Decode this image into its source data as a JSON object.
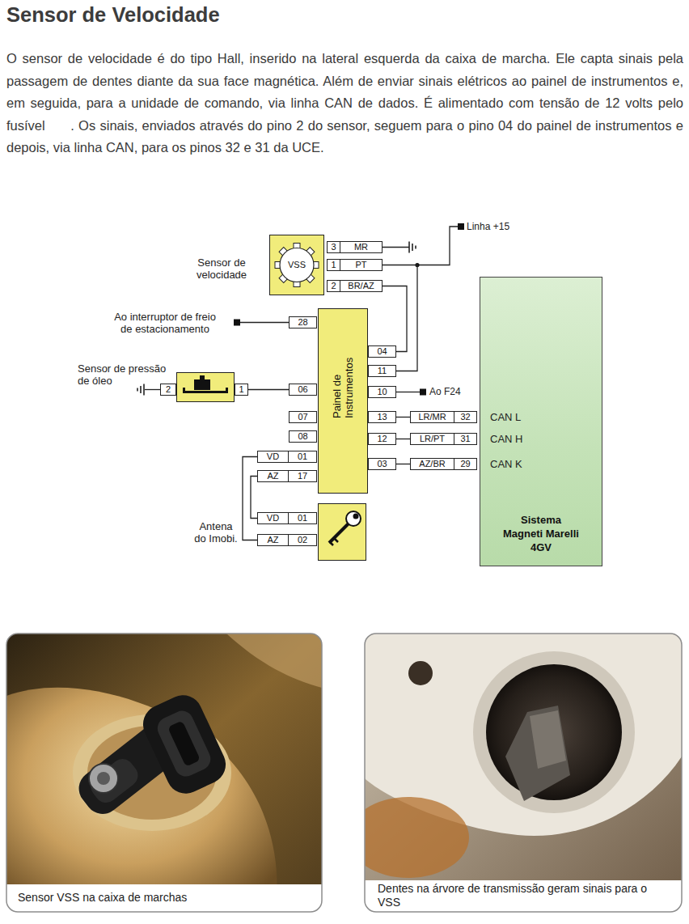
{
  "diagram": {
    "title": "Sensor de Velocidade",
    "nodes": [
      {
        "text": [
          "Sensor de velocidade",
          "VSS"
        ]
      },
      {
        "text": [
          "3",
          "MR"
        ]
      },
      {
        "text": [
          "1",
          "PT"
        ]
      },
      {
        "text": [
          "2",
          "BR/AZ"
        ]
      },
      {
        "text": [
          "Painel de Instrumentos"
        ]
      },
      {
        "text": [
          "28"
        ]
      },
      {
        "text": [
          "04"
        ]
      },
      {
        "text": [
          "11"
        ]
      },
      {
        "text": [
          "10"
        ]
      },
      {
        "text": [
          "Sensor de pressão de óleo"
        ]
      },
      {
        "text": [
          "2"
        ]
      },
      {
        "text": [
          "1"
        ]
      },
      {
        "text": [
          "06"
        ]
      },
      {
        "text": [
          "07"
        ]
      },
      {
        "text": [
          "08"
        ]
      },
      {
        "text": [
          "13"
        ]
      },
      {
        "text": [
          "12"
        ]
      },
      {
        "text": [
          "03"
        ]
      },
      {
        "text": [
          "LR/MR",
          "32"
        ]
      },
      {
        "text": [
          "LR/PT",
          "31"
        ]
      },
      {
        "text": [
          "AZ/BR",
          "29"
        ]
      },
      {
        "text": [
          "Sistema Magneti Marelli 4GV"
        ]
      },
      {
        "text": [
          "VD",
          "01"
        ]
      },
      {
        "text": [
          "AZ",
          "17"
        ]
      },
      {
        "text": [
          "Antena do Imobi."
        ]
      },
      {
        "text": [
          "VD",
          "01"
        ]
      },
      {
        "text": [
          "AZ",
          "02"
        ]
      }
    ],
    "edges": [
      {
        "from": 2,
        "to": 7,
        "arrow": "none"
      },
      {
        "from": 3,
        "to": 6,
        "arrow": "none"
      },
      {
        "from": 11,
        "to": 12,
        "arrow": "none"
      },
      {
        "from": 15,
        "to": 18,
        "arrow": "none"
      },
      {
        "from": 16,
        "to": 19,
        "arrow": "none"
      },
      {
        "from": 17,
        "to": 20,
        "arrow": "none"
      },
      {
        "from": 22,
        "to": 26,
        "arrow": "none"
      },
      {
        "from": 23,
        "to": 25,
        "arrow": "none"
      }
    ],
    "labels": [
      "O sensor de velocidade é do tipo Hall, inserido na lateral esquerda da caixa de marcha. Ele capta sinais pela passagem de dentes diante da sua face magnética. Além de enviar sinais elétricos ao painel de instrumentos e, em seguida, para a unidade de comando, via linha CAN de dados. É alimentado com tensão de 12 volts pelo fusível      . Os sinais, enviados através do pino 2 do sensor, seguem para o pino 04 do painel de instrumentos e depois, via linha CAN, para os pinos 32 e 31 da UCE.",
      "Linha +15",
      "Ao interruptor de freio de estacionamento",
      "Ao F24",
      "CAN L",
      "CAN H",
      "CAN K",
      "Sensor VSS na caixa de marchas",
      "Dentes na árvore de transmissão geram sinais para o VSS"
    ]
  }
}
